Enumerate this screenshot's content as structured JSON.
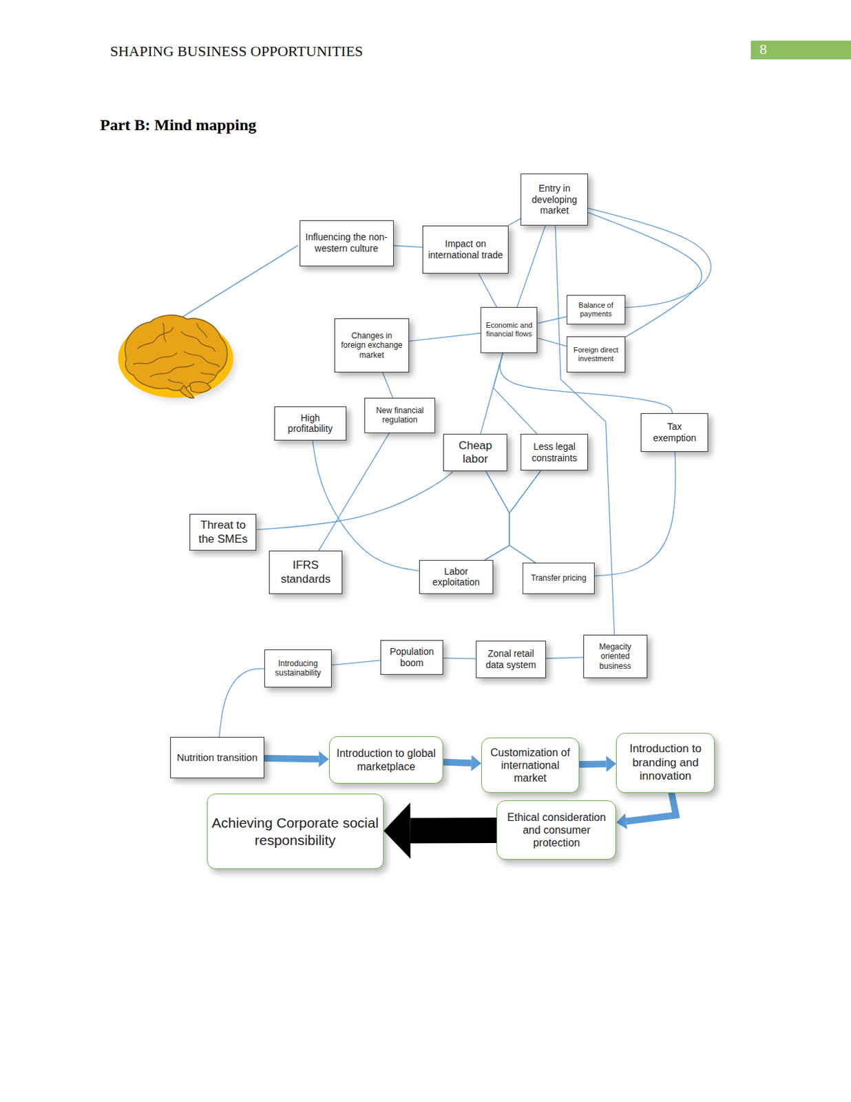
{
  "diagram": {
    "title": "Part B: Mind mapping",
    "nodes": [
      {
        "text": [
          "Entry in developing market"
        ]
      },
      {
        "text": [
          "Influencing the non-western culture"
        ]
      },
      {
        "text": [
          "Impact on international trade"
        ]
      },
      {
        "text": [
          "Economic and financial flows"
        ]
      },
      {
        "text": [
          "Balance of payments"
        ]
      },
      {
        "text": [
          "Changes in foreign exchange market"
        ]
      },
      {
        "text": [
          "Foreign direct investment"
        ]
      },
      {
        "text": [
          "High profitability"
        ]
      },
      {
        "text": [
          "New financial regulation"
        ]
      },
      {
        "text": [
          "Cheap labor"
        ]
      },
      {
        "text": [
          "Less legal constraints"
        ]
      },
      {
        "text": [
          "Tax exemption"
        ]
      },
      {
        "text": [
          "Threat to the SMEs"
        ]
      },
      {
        "text": [
          "IFRS standards"
        ]
      },
      {
        "text": [
          "Labor exploitation"
        ]
      },
      {
        "text": [
          "Transfer pricing"
        ]
      },
      {
        "text": [
          "Introducing sustainability"
        ]
      },
      {
        "text": [
          "Population boom"
        ]
      },
      {
        "text": [
          "Zonal retail data system"
        ]
      },
      {
        "text": [
          "Megacity oriented business"
        ]
      },
      {
        "text": [
          "Nutrition transition"
        ]
      },
      {
        "text": [
          "Introduction to global marketplace"
        ]
      },
      {
        "text": [
          "Customization of international market"
        ]
      },
      {
        "text": [
          "Introduction to branding and innovation"
        ]
      },
      {
        "text": [
          "Ethical consideration and consumer protection"
        ]
      },
      {
        "text": [
          "Achieving Corporate social responsibility"
        ]
      }
    ],
    "edges": [
      {
        "from": 1,
        "to": 2,
        "arrow": "none"
      },
      {
        "from": 2,
        "to": 0,
        "arrow": "none"
      },
      {
        "from": 2,
        "to": 3,
        "arrow": "none"
      },
      {
        "from": 0,
        "to": 3,
        "arrow": "none"
      },
      {
        "from": 0,
        "to": 4,
        "arrow": "none"
      },
      {
        "from": 6,
        "to": 0,
        "arrow": "none"
      },
      {
        "from": 3,
        "to": 4,
        "arrow": "none"
      },
      {
        "from": 3,
        "to": 6,
        "arrow": "none"
      },
      {
        "from": 3,
        "to": 5,
        "arrow": "none"
      },
      {
        "from": 3,
        "to": 9,
        "arrow": "none"
      },
      {
        "from": 3,
        "to": 10,
        "arrow": "none"
      },
      {
        "from": 3,
        "to": 11,
        "arrow": "none"
      },
      {
        "from": 0,
        "to": 19,
        "arrow": "none"
      },
      {
        "from": 5,
        "to": 8,
        "arrow": "none"
      },
      {
        "from": 8,
        "to": 13,
        "arrow": "none"
      },
      {
        "from": 7,
        "to": 14,
        "arrow": "none"
      },
      {
        "from": 12,
        "to": 9,
        "arrow": "none"
      },
      {
        "from": 9,
        "to": 14,
        "arrow": "none"
      },
      {
        "from": 9,
        "to": 15,
        "arrow": "none"
      },
      {
        "from": 10,
        "to": 14,
        "arrow": "none"
      },
      {
        "from": 10,
        "to": 15,
        "arrow": "none"
      },
      {
        "from": 11,
        "to": 15,
        "arrow": "none"
      },
      {
        "from": 16,
        "to": 17,
        "arrow": "none"
      },
      {
        "from": 17,
        "to": 18,
        "arrow": "none"
      },
      {
        "from": 18,
        "to": 19,
        "arrow": "none"
      },
      {
        "from": 20,
        "to": 16,
        "arrow": "none"
      },
      {
        "from": 20,
        "to": 21,
        "arrow": "to"
      },
      {
        "from": 21,
        "to": 22,
        "arrow": "to"
      },
      {
        "from": 22,
        "to": 23,
        "arrow": "to"
      },
      {
        "from": 23,
        "to": 24,
        "arrow": "to"
      },
      {
        "from": 24,
        "to": 25,
        "arrow": "to"
      }
    ],
    "labels": [
      "SHAPING BUSINESS OPPORTUNITIES",
      "8"
    ]
  }
}
